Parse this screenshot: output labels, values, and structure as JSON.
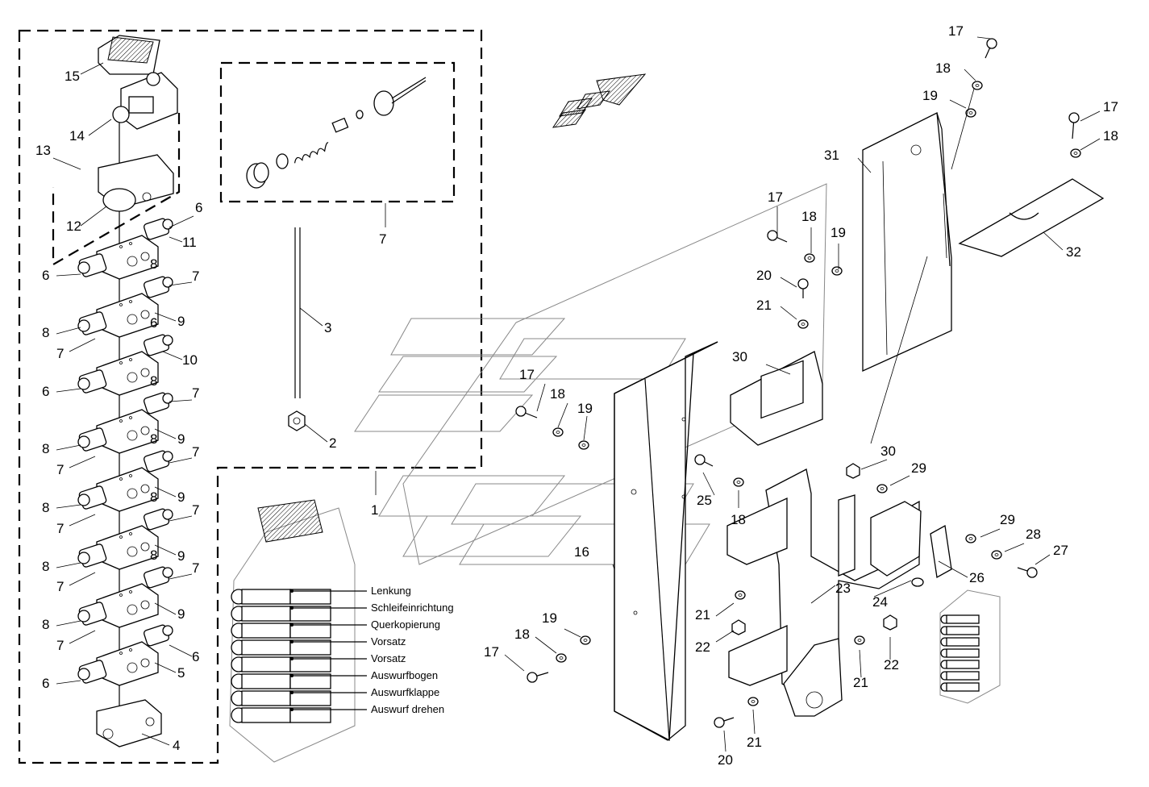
{
  "valve_labels": [
    "Lenkung",
    "Schleifeinrichtung",
    "Querkopierung",
    "Vorsatz",
    "Vorsatz",
    "Auswurfbogen",
    "Auswurfklappe",
    "Auswurf drehen"
  ],
  "callouts": {
    "c15": "15",
    "c14": "14",
    "c13": "13",
    "c12": "12",
    "c6a": "6",
    "c11": "11",
    "c6b": "6",
    "c8a": "8",
    "c7a": "7",
    "c8b": "8",
    "c9a": "9",
    "c7b": "7",
    "c6c": "6",
    "c10": "10",
    "c6d": "6",
    "c8c": "8",
    "c7c": "7",
    "c9b": "9",
    "c8d": "8",
    "c7d": "7",
    "c8e": "8",
    "c7e": "7",
    "c9c": "9",
    "c8f": "8",
    "c7f": "7",
    "c8g": "8",
    "c9d": "9",
    "c7g": "7",
    "c8h": "8",
    "c7h": "7",
    "c8i": "8",
    "c9e": "9",
    "c7i": "7",
    "c8j": "8",
    "c7j": "7",
    "c6e": "6",
    "c5": "5",
    "c6f": "6",
    "c4": "4",
    "c7k": "7",
    "c3": "3",
    "c2": "2",
    "c1": "1",
    "c17a": "17",
    "c18a": "18",
    "c19a": "19",
    "c31": "31",
    "c17b": "17",
    "c18b": "18",
    "c32": "32",
    "c17c": "17",
    "c18c": "18",
    "c19b": "19",
    "c20a": "20",
    "c21a": "21",
    "c30a": "30",
    "c17d": "17",
    "c18d": "18",
    "c19c": "19",
    "c25": "25",
    "c18e": "18",
    "c30b": "30",
    "c29a": "29",
    "c29b": "29",
    "c28": "28",
    "c27": "27",
    "c26": "26",
    "c16": "16",
    "c23": "23",
    "c24": "24",
    "c21b": "21",
    "c22a": "22",
    "c19d": "19",
    "c18f": "18",
    "c17e": "17",
    "c21c": "21",
    "c22b": "22",
    "c21d": "21",
    "c20b": "20"
  }
}
